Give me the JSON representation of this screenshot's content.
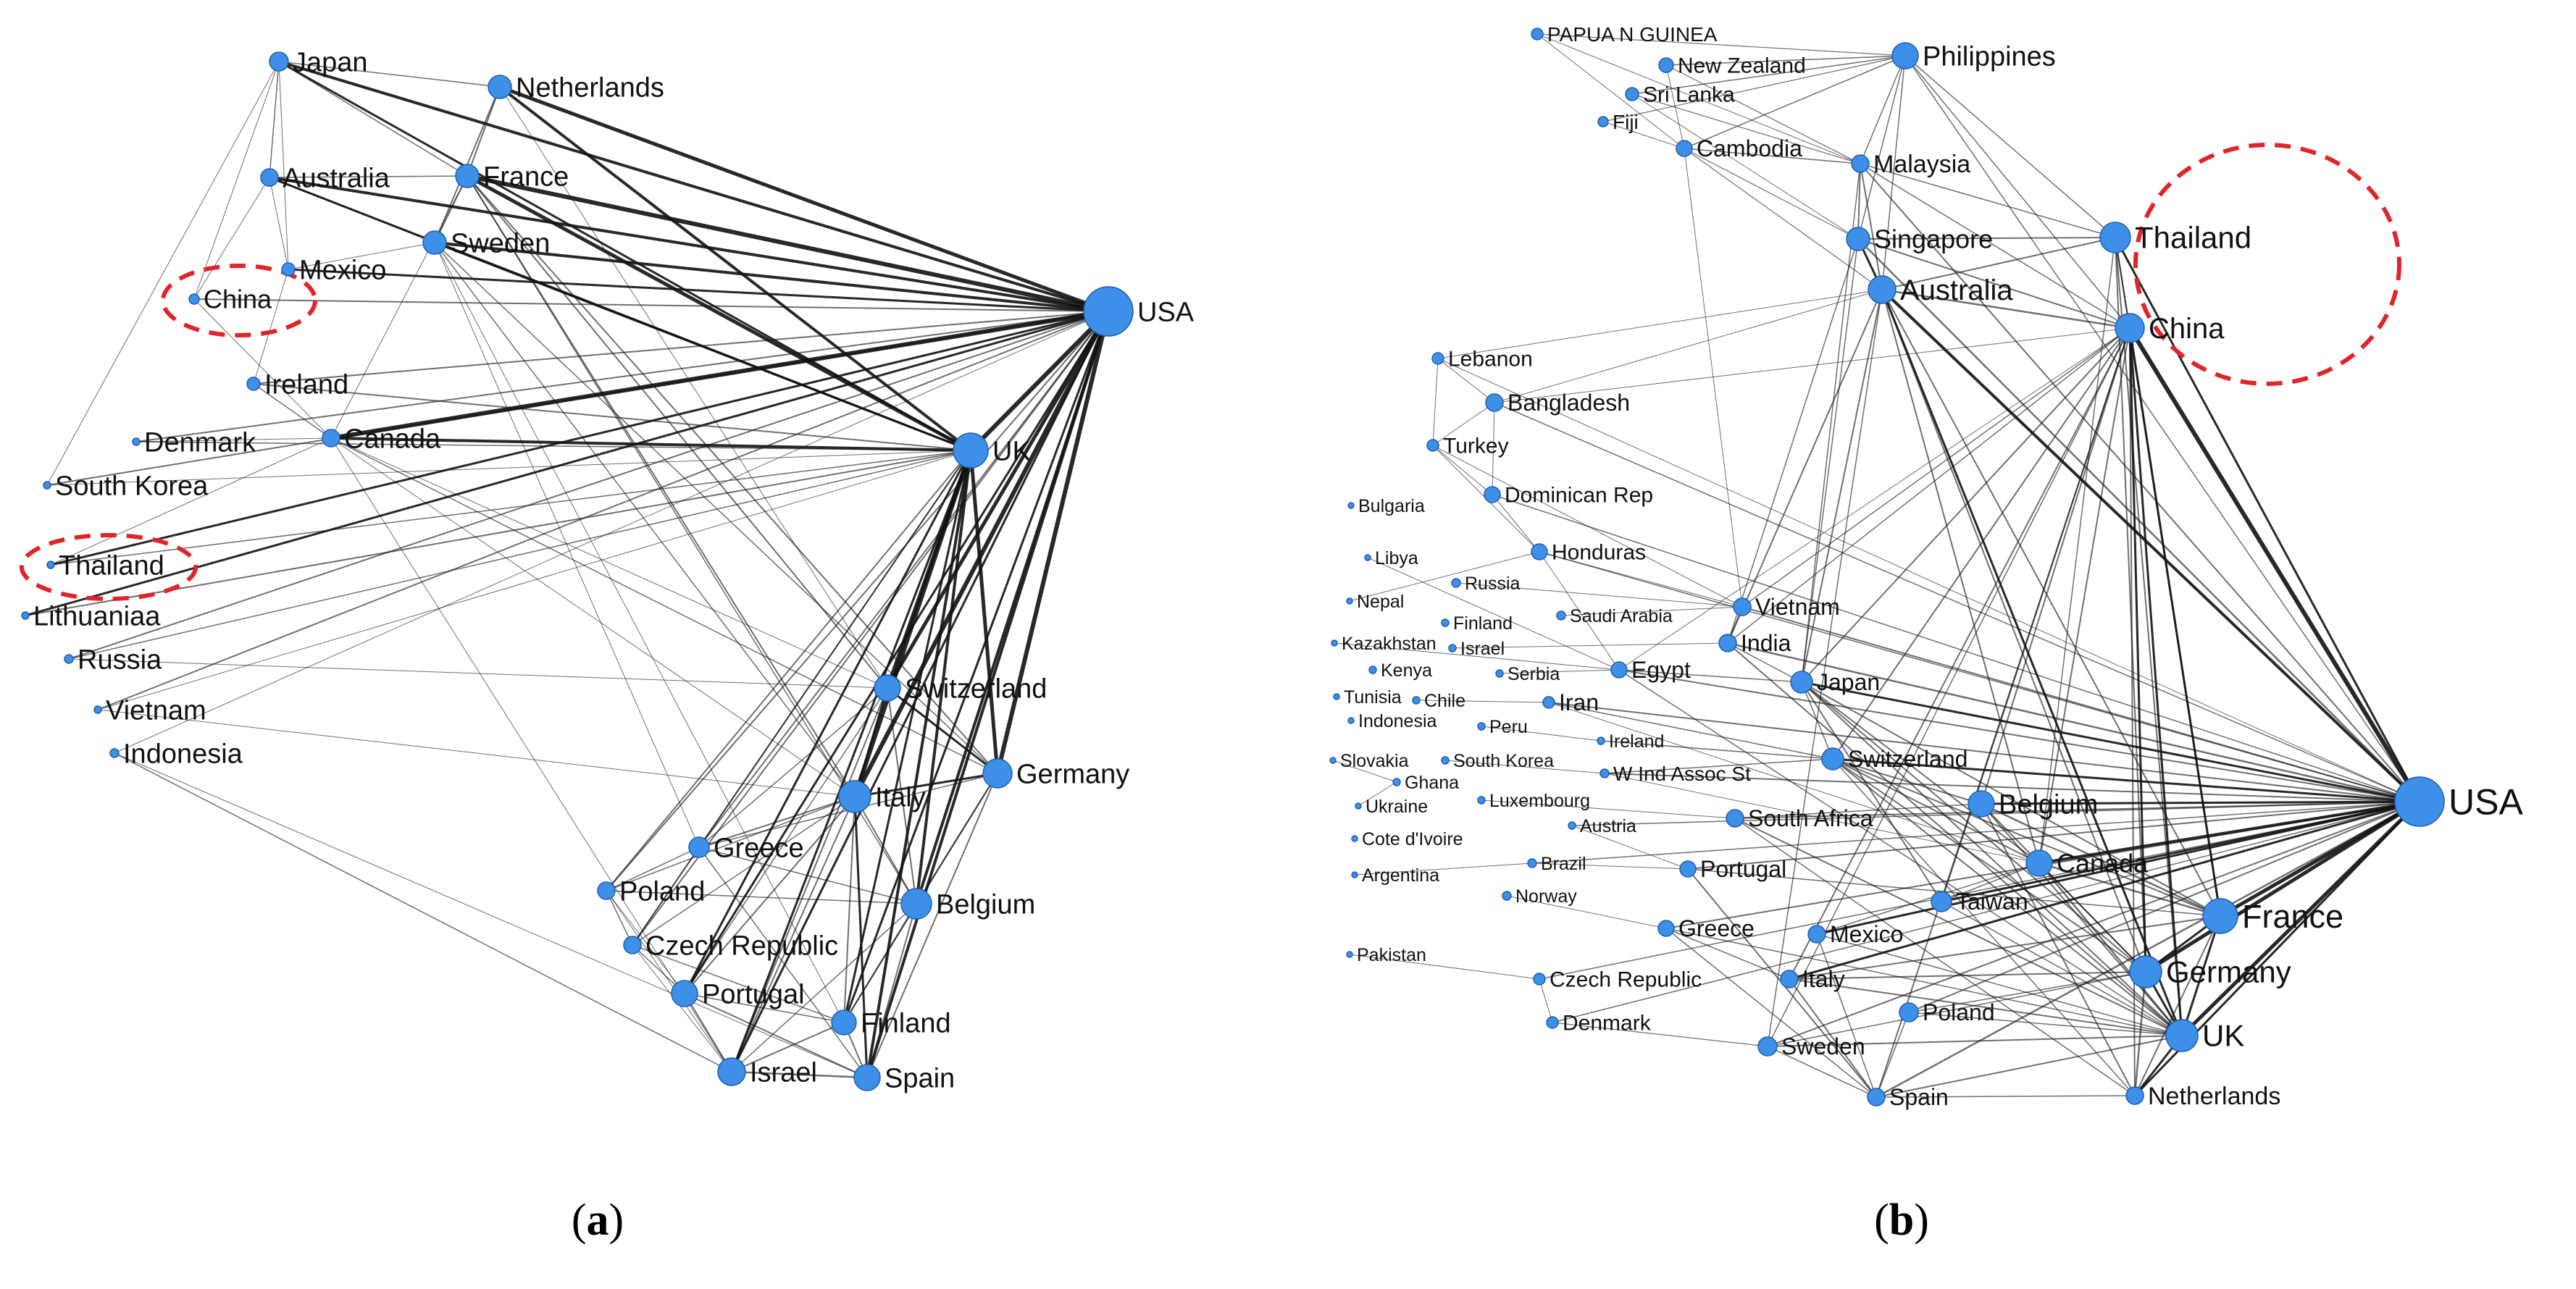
{
  "colors": {
    "node_fill": "#3d8fe8",
    "node_stroke": "#1f5fae",
    "edge": "#111111",
    "highlight": "#e0242a"
  },
  "captions": {
    "a_open": "(",
    "a_letter": "a",
    "a_close": ")",
    "b_open": "(",
    "b_letter": "b",
    "b_close": ")"
  },
  "networks": [
    {
      "id": "a",
      "nodes": [
        "Japan",
        "Netherlands",
        "Australia",
        "France",
        "Mexico",
        "Sweden",
        "China",
        "USA",
        "Ireland",
        "Canada",
        "Denmark",
        "UK",
        "South Korea",
        "Thailand",
        "Lithuaniaa",
        "Russia",
        "Switzerland",
        "Vietnam",
        "Indonesia",
        "Germany",
        "Italy",
        "Greece",
        "Poland",
        "Belgium",
        "Czech Republic",
        "Portugal",
        "Finland",
        "Israel",
        "Spain"
      ],
      "highlighted": [
        "China",
        "Thailand"
      ]
    },
    {
      "id": "b",
      "nodes": [
        "PAPUA N GUINEA",
        "New Zealand",
        "Philippines",
        "Sri Lanka",
        "Fiji",
        "Cambodia",
        "Malaysia",
        "Thailand",
        "Singapore",
        "Australia",
        "China",
        "Lebanon",
        "Bangladesh",
        "Turkey",
        "Dominican Rep",
        "Bulgaria",
        "Honduras",
        "Libya",
        "Russia",
        "Nepal",
        "Finland",
        "Saudi Arabia",
        "Vietnam",
        "Kazakhstan",
        "Israel",
        "India",
        "Kenya",
        "Serbia",
        "Egypt",
        "Japan",
        "Tunisia",
        "Chile",
        "Iran",
        "Indonesia",
        "Peru",
        "Ireland",
        "Switzerland",
        "Slovakia",
        "South Korea",
        "W Ind Assoc St",
        "USA",
        "Ghana",
        "Belgium",
        "Ukraine",
        "Luxembourg",
        "South Africa",
        "Austria",
        "Cote d'Ivoire",
        "Canada",
        "Brazil",
        "Portugal",
        "Argentina",
        "Taiwan",
        "Norway",
        "France",
        "Greece",
        "Mexico",
        "Pakistan",
        "Germany",
        "Czech Republic",
        "Italy",
        "Poland",
        "UK",
        "Denmark",
        "Sweden",
        "Spain",
        "Netherlands"
      ],
      "highlighted": [
        "Thailand",
        "China"
      ]
    }
  ]
}
